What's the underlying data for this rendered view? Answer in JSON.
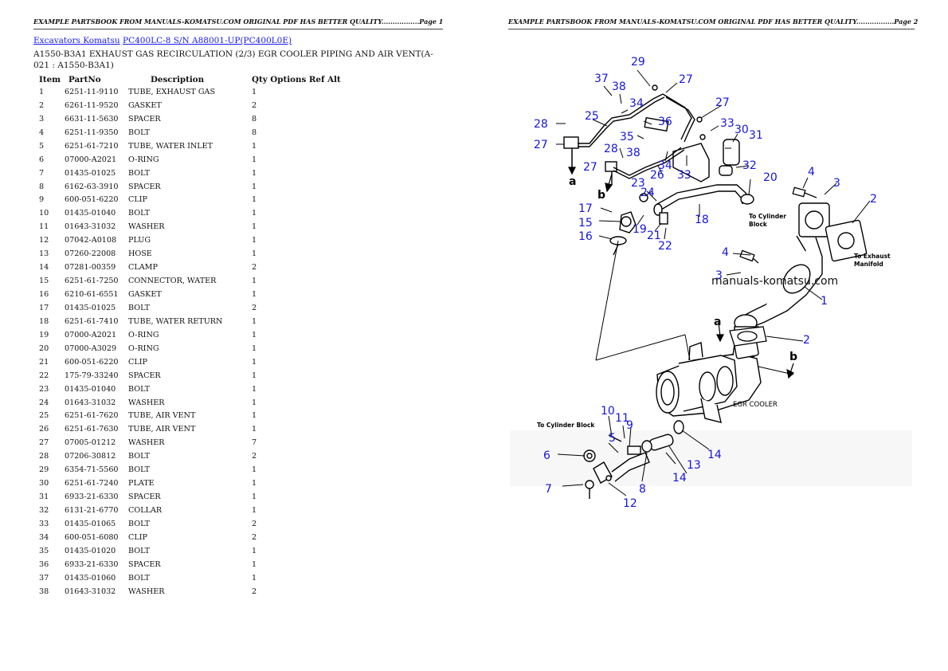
{
  "header": {
    "left": "EXAMPLE PARTSBOOK FROM MANUALS-KOMATSU.COM ORIGINAL PDF HAS BETTER QUALITY.................Page 1",
    "right": "EXAMPLE PARTSBOOK FROM MANUALS-KOMATSU.COM ORIGINAL PDF HAS BETTER QUALITY.................Page 2"
  },
  "breadcrumb": {
    "link1": "Excavators Komatsu",
    "link2": "PC400LC-8 S/N A88001-UP(PC400L0E)"
  },
  "title": "A1550-B3A1 EXHAUST GAS RECIRCULATION (2/3) EGR COOLER PIPING AND AIR VENT(A-021 : A1550-B3A1)",
  "table": {
    "headers": [
      "Item",
      "PartNo",
      "Description",
      "Qty Options Ref Alt"
    ],
    "rows": [
      [
        "1",
        "6251-11-9110",
        "TUBE, EXHAUST GAS",
        "1"
      ],
      [
        "2",
        "6261-11-9520",
        "GASKET",
        "2"
      ],
      [
        "3",
        "6631-11-5630",
        "SPACER",
        "8"
      ],
      [
        "4",
        "6251-11-9350",
        "BOLT",
        "8"
      ],
      [
        "5",
        "6251-61-7210",
        "TUBE, WATER INLET",
        "1"
      ],
      [
        "6",
        "07000-A2021",
        "O-RING",
        "1"
      ],
      [
        "7",
        "01435-01025",
        "BOLT",
        "1"
      ],
      [
        "8",
        "6162-63-3910",
        "SPACER",
        "1"
      ],
      [
        "9",
        "600-051-6220",
        "CLIP",
        "1"
      ],
      [
        "10",
        "01435-01040",
        "BOLT",
        "1"
      ],
      [
        "11",
        "01643-31032",
        "WASHER",
        "1"
      ],
      [
        "12",
        "07042-A0108",
        "PLUG",
        "1"
      ],
      [
        "13",
        "07260-22008",
        "HOSE",
        "1"
      ],
      [
        "14",
        "07281-00359",
        "CLAMP",
        "2"
      ],
      [
        "15",
        "6251-61-7250",
        "CONNECTOR, WATER",
        "1"
      ],
      [
        "16",
        "6210-61-6551",
        "GASKET",
        "1"
      ],
      [
        "17",
        "01435-01025",
        "BOLT",
        "2"
      ],
      [
        "18",
        "6251-61-7410",
        "TUBE, WATER RETURN",
        "1"
      ],
      [
        "19",
        "07000-A2021",
        "O-RING",
        "1"
      ],
      [
        "20",
        "07000-A3029",
        "O-RING",
        "1"
      ],
      [
        "21",
        "600-051-6220",
        "CLIP",
        "1"
      ],
      [
        "22",
        "175-79-33240",
        "SPACER",
        "1"
      ],
      [
        "23",
        "01435-01040",
        "BOLT",
        "1"
      ],
      [
        "24",
        "01643-31032",
        "WASHER",
        "1"
      ],
      [
        "25",
        "6251-61-7620",
        "TUBE, AIR VENT",
        "1"
      ],
      [
        "26",
        "6251-61-7630",
        "TUBE, AIR VENT",
        "1"
      ],
      [
        "27",
        "07005-01212",
        "WASHER",
        "7"
      ],
      [
        "28",
        "07206-30812",
        "BOLT",
        "2"
      ],
      [
        "29",
        "6354-71-5560",
        "BOLT",
        "1"
      ],
      [
        "30",
        "6251-61-7240",
        "PLATE",
        "1"
      ],
      [
        "31",
        "6933-21-6330",
        "SPACER",
        "1"
      ],
      [
        "32",
        "6131-21-6770",
        "COLLAR",
        "1"
      ],
      [
        "33",
        "01435-01065",
        "BOLT",
        "2"
      ],
      [
        "34",
        "600-051-6080",
        "CLIP",
        "2"
      ],
      [
        "35",
        "01435-01020",
        "BOLT",
        "1"
      ],
      [
        "36",
        "6933-21-6330",
        "SPACER",
        "1"
      ],
      [
        "37",
        "01435-01060",
        "BOLT",
        "1"
      ],
      [
        "38",
        "01643-31032",
        "WASHER",
        "2"
      ]
    ]
  },
  "diagram": {
    "watermark": "manuals-komatsu.com",
    "egr_cooler": "EGR COOLER",
    "to_cylinder_block": "To Cylinder Block",
    "to_cylinder_line1": "To Cylinder",
    "to_cylinder_line2": "Block",
    "to_exhaust_line1": "To Exhaust",
    "to_exhaust_line2": "Manifold",
    "ref_a": "a",
    "ref_b": "b"
  }
}
